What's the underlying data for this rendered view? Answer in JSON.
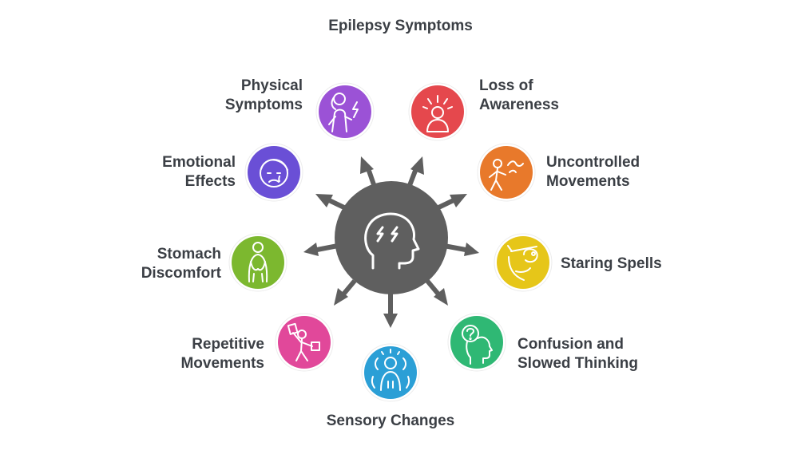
{
  "title": "Epilepsy Symptoms",
  "center": {
    "icon": "head-with-lightning-icon",
    "color": "#5f5f5f"
  },
  "symptoms": [
    {
      "line1": "Physical",
      "line2": "Symptoms",
      "icon": "person-with-lightning-icon",
      "color": "#9b52d6"
    },
    {
      "line1": "Loss of",
      "line2": "Awareness",
      "icon": "person-with-alert-marks-icon",
      "color": "#e5484d"
    },
    {
      "line1": "Emotional",
      "line2": "Effects",
      "icon": "crying-face-icon",
      "color": "#6a4fd6"
    },
    {
      "line1": "Uncontrolled",
      "line2": "Movements",
      "icon": "person-shaking-icon",
      "color": "#e8792b"
    },
    {
      "line1": "Stomach",
      "line2": "Discomfort",
      "icon": "person-holding-stomach-icon",
      "color": "#7cb82f"
    },
    {
      "line1": "Staring Spells",
      "line2": "",
      "icon": "person-staring-icon",
      "color": "#e6c619"
    },
    {
      "line1": "Repetitive",
      "line2": "Movements",
      "icon": "person-waving-papers-icon",
      "color": "#e1489a"
    },
    {
      "line1": "Confusion and",
      "line2": "Slowed Thinking",
      "icon": "head-with-question-mark-icon",
      "color": "#2fb874"
    },
    {
      "line1": "Sensory Changes",
      "line2": "",
      "icon": "person-with-senses-icon",
      "color": "#2b9fd6"
    }
  ]
}
